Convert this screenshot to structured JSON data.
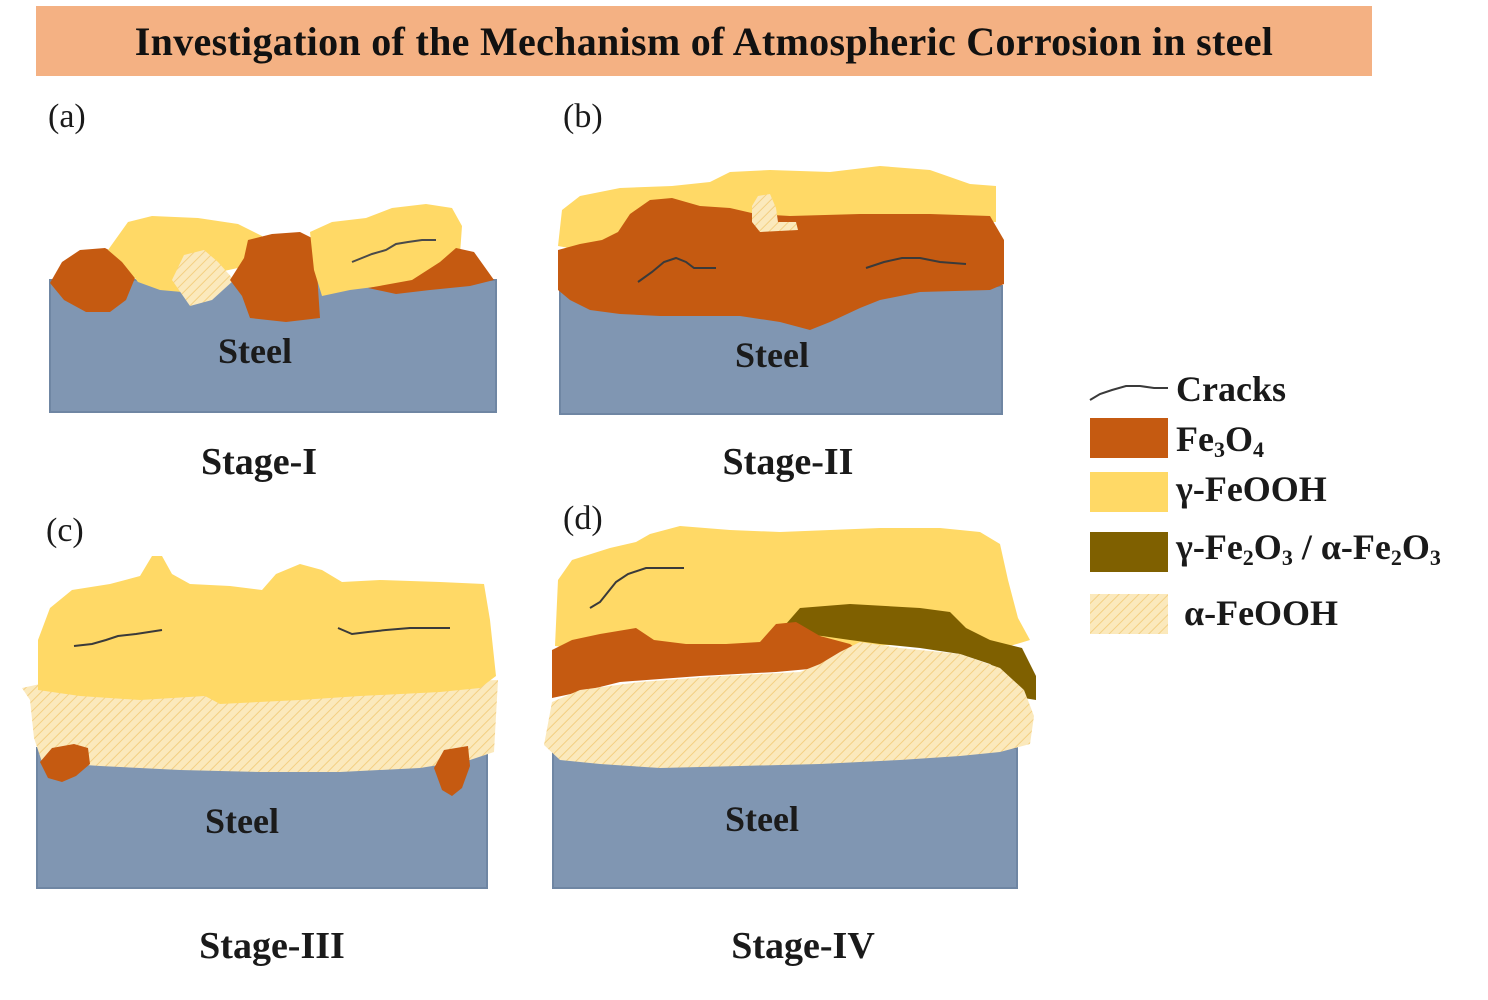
{
  "title": "Investigation of the Mechanism of Atmospheric Corrosion in steel",
  "panels": [
    {
      "letter": "(a)",
      "stage": "Stage-I",
      "steel": "Steel"
    },
    {
      "letter": "(b)",
      "stage": "Stage-II",
      "steel": "Steel"
    },
    {
      "letter": "(c)",
      "stage": "Stage-III",
      "steel": "Steel"
    },
    {
      "letter": "(d)",
      "stage": "Stage-IV",
      "steel": "Steel"
    }
  ],
  "legend": {
    "cracks": "Cracks",
    "fe3o4": {
      "base": "Fe",
      "s1": "3",
      "mid": "O",
      "s2": "4"
    },
    "gamma_feooh": "γ-FeOOH",
    "fe2o3": {
      "p1": "γ-Fe",
      "s1": "2",
      "p2": "O",
      "s2": "3",
      "p3": " / α-Fe",
      "s3": "2",
      "p4": "O",
      "s4": "3"
    },
    "alpha_feooh": "α-FeOOH"
  },
  "colors": {
    "banner": "#f4b183",
    "steel": "#8096b2",
    "fe3o4": "#c55a11",
    "gamma_feooh": "#ffd966",
    "fe2o3": "#7f6000",
    "alpha_feooh": "#fbe5b0"
  }
}
